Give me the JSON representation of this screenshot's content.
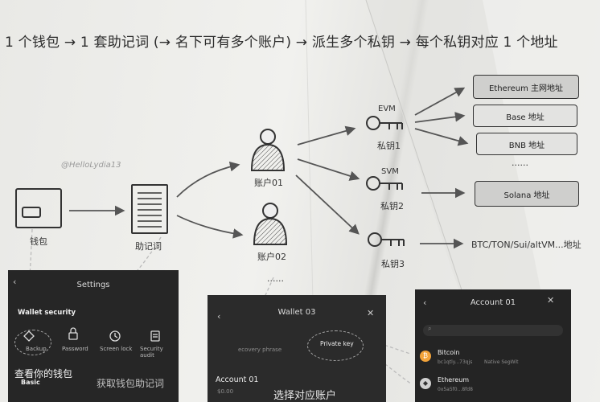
{
  "title": "1 个钱包 → 1 套助记词 (→ 名下可有多个账户) → 派生多个私钥 → 每个私钥对应 1 个地址",
  "watermark": "@HelloLydia13",
  "nodes": {
    "wallet": "钱包",
    "mnemonic": "助记词",
    "account1": "账户01",
    "account2": "账户02",
    "account_more": "......",
    "key1": {
      "chain": "EVM",
      "label": "私钥1"
    },
    "key2": {
      "chain": "SVM",
      "label": "私钥2"
    },
    "key3": {
      "label": "私钥3"
    }
  },
  "addresses": {
    "ethereum": "Ethereum 主网地址",
    "base": "Base 地址",
    "bnb": "BNB 地址",
    "more": "......",
    "solana": "Solana 地址",
    "btc_etc": "BTC/TON/Sui/altVM...地址"
  },
  "phone_settings": {
    "title": "Settings",
    "section": "Wallet security",
    "items": [
      "Backup",
      "Password",
      "Screen lock",
      "Security audit"
    ],
    "basic": "Basic",
    "annotation_view": "查看你的钱包",
    "annotation_get": "获取钱包助记词"
  },
  "phone_wallet": {
    "title": "Wallet 03",
    "recovery": "ecovery phrase",
    "private_key": "Private key",
    "account": "Account 01",
    "balance": "$0.00",
    "annotation": "选择对应账户"
  },
  "phone_account": {
    "title": "Account 01",
    "assets": [
      {
        "name": "Bitcoin",
        "sub": "bc1qtly...73qjs",
        "tag": "Native SegWit",
        "color": "#f2a33a"
      },
      {
        "name": "Ethereum",
        "sub": "0x5a5f0...8fd8",
        "tag": "",
        "color": "#d0d0d0"
      }
    ]
  },
  "colors": {
    "ink": "#2a2a2a",
    "paper": "#efefec",
    "phone": "#262626"
  }
}
